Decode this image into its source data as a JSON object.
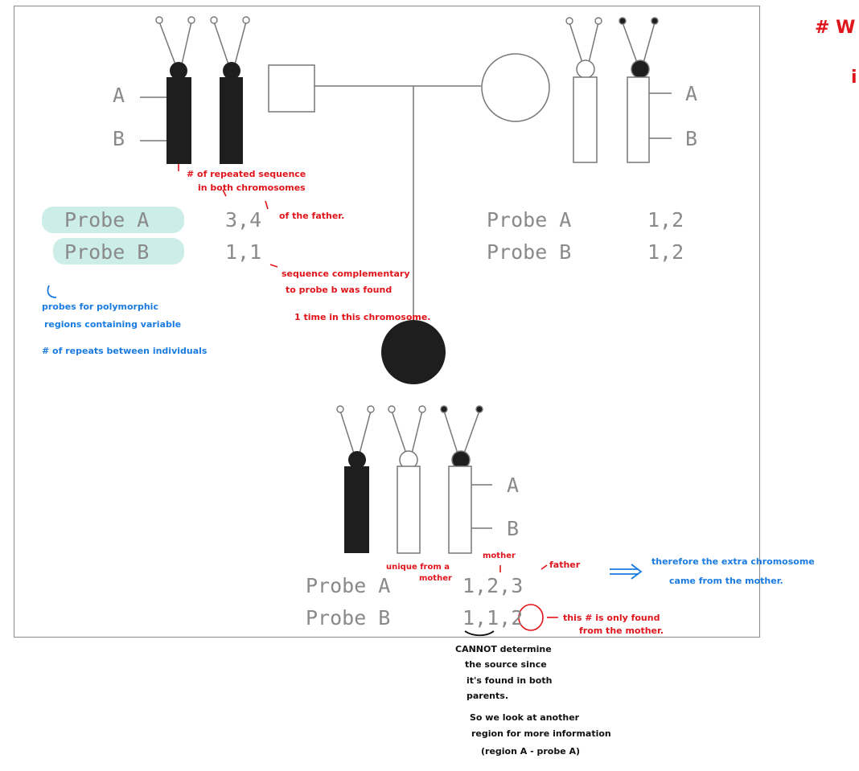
{
  "father": {
    "labels": {
      "a": "A",
      "b": "B"
    },
    "probe_a": {
      "label": "Probe A",
      "value": "3,4"
    },
    "probe_b": {
      "label": "Probe B",
      "value": "1,1"
    }
  },
  "mother": {
    "labels": {
      "a": "A",
      "b": "B"
    },
    "probe_a": {
      "label": "Probe A",
      "value": "1,2"
    },
    "probe_b": {
      "label": "Probe B",
      "value": "1,2"
    }
  },
  "child": {
    "labels": {
      "a": "A",
      "b": "B"
    },
    "probe_a": {
      "label": "Probe A",
      "value": "1,2,3"
    },
    "probe_b": {
      "label": "Probe B",
      "value": "1,1,2"
    }
  },
  "annotations": {
    "repeated_1": "# of repeated sequence",
    "repeated_2": "in both chromosomes",
    "repeated_3": "of the father.",
    "complementary_1": "sequence complementary",
    "complementary_2": "to probe b was found",
    "complementary_3": "1 time in this chromosome.",
    "probes_1": "probes for polymorphic",
    "probes_2": "regions containing variable",
    "probes_3": "# of repeats between individuals",
    "unique": "unique from a",
    "unique_mother": "mother",
    "mother": "mother",
    "father": "father",
    "therefore_1": "therefore the extra chromosome",
    "therefore_2": "came from the mother.",
    "only_found_1": "this # is only found",
    "only_found_2": "from the mother.",
    "cannot_1": "CANNOT determine",
    "cannot_2": "the source since",
    "cannot_3": "it's found in both",
    "cannot_4": "parents.",
    "look_1": "So we look at another",
    "look_2": "region for more information",
    "look_3": "(region A - probe A)",
    "corner_1": "# W",
    "corner_2": "i"
  },
  "colors": {
    "frame": "#8a8a8a",
    "chromosome_fill": "#1e1e1e",
    "label_gray": "#8a8a8a",
    "highlight": "#cdeee8",
    "note_red": "#e0141b",
    "note_blue": "#1a7be0"
  }
}
